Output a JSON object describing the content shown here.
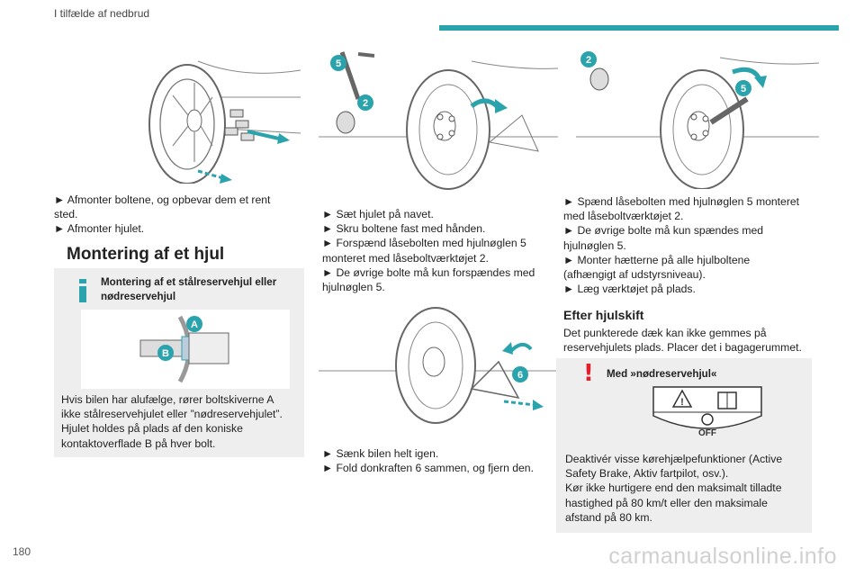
{
  "header": {
    "title": "I tilfælde af nedbrud"
  },
  "page_number": "180",
  "watermark": "carmanualsonline.info",
  "illustrations": {
    "img1": {
      "label": "wheel-bolts-removal"
    },
    "img2": {
      "badges": [
        "5",
        "2"
      ]
    },
    "img3": {
      "badges": [
        "2",
        "5"
      ]
    },
    "img4": {
      "badges": [
        "6"
      ]
    },
    "bolt": {
      "badges": [
        "A",
        "B"
      ]
    }
  },
  "col1": {
    "lines": [
      "► Afmonter boltene, og opbevar dem et rent",
      "sted.",
      "► Afmonter hjulet."
    ],
    "heading": "Montering af et hjul",
    "info_box": {
      "title_line1": "Montering af et stålreservehjul eller",
      "title_line2": "nødreservehjul",
      "text": [
        "Hvis bilen har alufælge, rører boltskiverne A",
        "ikke stålreservehjulet eller ”nødreservehjulet”.",
        "Hjulet holdes på plads af den koniske",
        "kontaktoverflade B på hver bolt."
      ]
    }
  },
  "col2": {
    "lines_top": [
      "► Sæt hjulet på navet.",
      "► Skru boltene fast med hånden.",
      "► Forspænd låsebolten med hjulnøglen 5",
      "monteret med låseboltværktøjet 2.",
      "► De øvrige bolte må kun forspændes med",
      "hjulnøglen 5."
    ],
    "lines_bottom": [
      "► Sænk bilen helt igen.",
      "► Fold donkraften 6 sammen, og fjern den."
    ]
  },
  "col3": {
    "lines": [
      "► Spænd låsebolten med hjulnøglen 5 monteret",
      "med låseboltværktøjet 2.",
      "► De øvrige bolte må kun spændes med",
      "hjulnøglen 5.",
      "► Monter hætterne på alle hjulboltene",
      "(afhængigt af udstyrsniveau).",
      "► Læg værktøjet på plads."
    ],
    "subheading": "Efter hjulskift",
    "after_text": [
      "Det punkterede dæk kan ikke gemmes på",
      "reservehjulets plads. Placer det i bagagerummet."
    ],
    "warn_box": {
      "title": "Med »nødreservehjul«",
      "sticker_text": "OFF",
      "text": [
        "Deaktivér visse kørehjælpefunktioner (Active",
        "Safety Brake, Aktiv fartpilot, osv.).",
        "Kør ikke hurtigere end den maksimalt tilladte",
        "hastighed på 80 km/t eller den maksimale",
        "afstand på 80 km."
      ]
    }
  },
  "colors": {
    "accent": "#2aa3ad",
    "warning": "#e0202a",
    "box_bg": "#eeeeee"
  }
}
